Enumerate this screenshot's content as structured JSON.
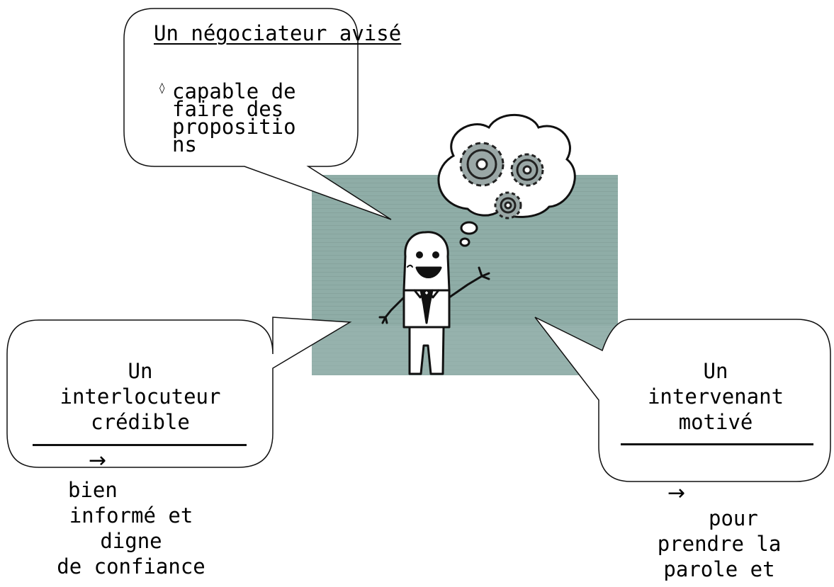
{
  "bubbles": {
    "top": {
      "title": "Un négociateur avisé",
      "bullet": "◊",
      "lines": [
        "capable de",
        "faire des",
        "propositio",
        "ns"
      ]
    },
    "left": {
      "title_lines": [
        "Un",
        "interlocuteur",
        "crédible"
      ],
      "arrow": "→",
      "caption_lines": [
        "bien",
        "informé et",
        "digne",
        "de confiance"
      ]
    },
    "right": {
      "title_lines": [
        "Un",
        "intervenant",
        "motivé"
      ],
      "arrow": "→",
      "caption_lines": [
        "pour",
        "prendre la",
        "parole et"
      ]
    }
  },
  "illustration": {
    "background_color": "#8fada7",
    "icons": [
      "thinking-gear-icon",
      "thinking-gear-icon",
      "thinking-gear-icon"
    ]
  }
}
